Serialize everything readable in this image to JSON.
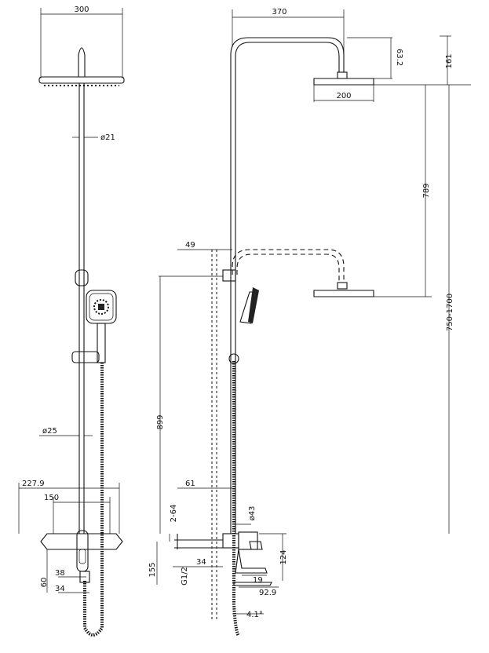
{
  "dimensions": {
    "front_head_width": "300",
    "pipe_diameter_upper": "ø21",
    "pipe_diameter_lower": "ø25",
    "shelf_width": "227.9",
    "valve_width": "150",
    "base_height": "60",
    "inlet_spacing": "38",
    "inlet_width": "34",
    "arm_reach": "370",
    "head_drop": "63.2",
    "head_diameter": "200",
    "top_height": "161",
    "slide_travel": "789",
    "total_height": "750-1700",
    "wall_offset": "49",
    "bracket_height": "899",
    "pipe_offset": "61",
    "outlet_offset": "2-64",
    "body_diameter": "ø43",
    "valve_height": "124",
    "inlet_length": "34",
    "thread_size": "G1/2",
    "lower_height": "155",
    "spout_drop": "19",
    "spout_length": "92.9",
    "angle": "4.1°"
  }
}
